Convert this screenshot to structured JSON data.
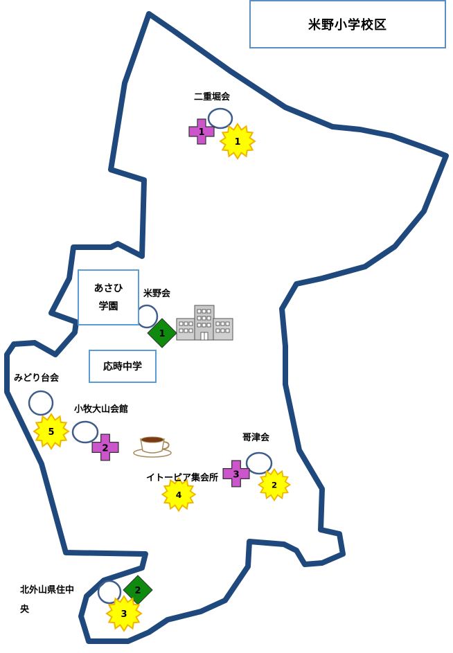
{
  "title": "米野小学校区",
  "facilities": {
    "asahi_line1": "あさひ",
    "asahi_line2": "学園",
    "ouji": "応時中学"
  },
  "labels": {
    "nijuhori": "二重堀会",
    "yoneno": "米野会",
    "midoridai": "みどり台会",
    "komaki_oyama": "小牧大山会館",
    "kotsu": "哥津会",
    "itopia": "イトーピア集会所",
    "kitatoyama_line1": "北外山県住中",
    "kitatoyama_line2": "央"
  },
  "markers": {
    "star_nijuhori": "1",
    "cross_nijuhori": "1",
    "diamond_yoneno": "1",
    "star_midoridai": "5",
    "cross_komaki": "2",
    "cross_kotsu": "3",
    "star_kotsu": "2",
    "star_itopia": "4",
    "diamond_kitatoyama": "2",
    "star_kitatoyama": "3"
  },
  "colors": {
    "boundary": "#1f497d",
    "ring": "#3e5d8c",
    "star_fill": "#ffff00",
    "star_stroke": "#f0b400",
    "cross_fill": "#cc55cc",
    "diamond_fill": "#0f8a0f",
    "box_border": "#5a9bd5"
  }
}
